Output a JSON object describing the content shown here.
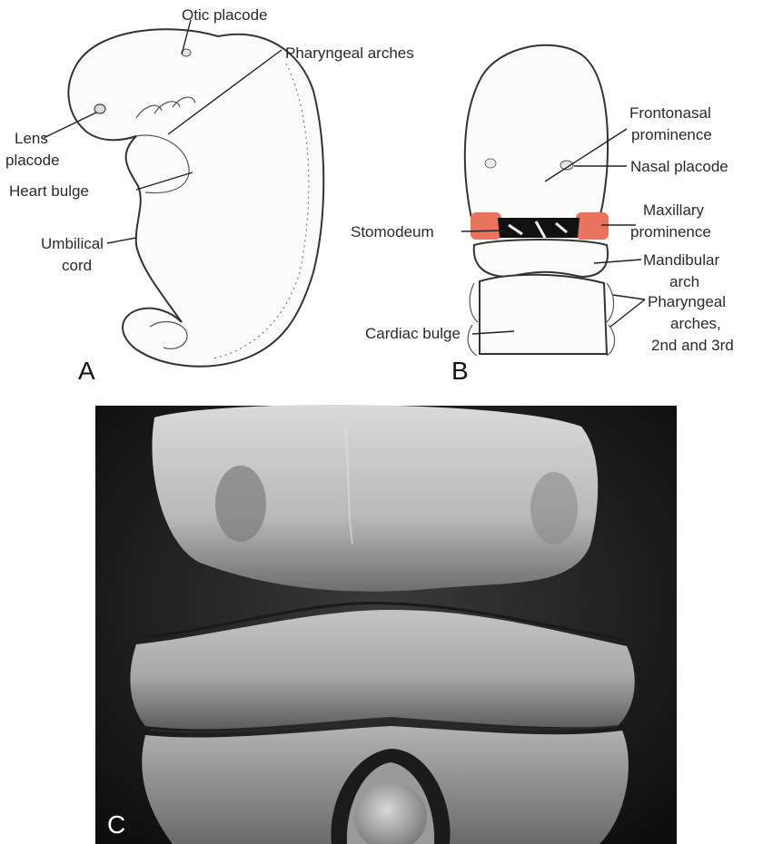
{
  "panel_a": {
    "letter": "A",
    "labels": {
      "otic_placode": "Otic placode",
      "pharyngeal_arches": "Pharyngeal arches",
      "lens_line1": "Lens",
      "lens_line2": "placode",
      "heart_bulge": "Heart bulge",
      "umbilical_line1": "Umbilical",
      "umbilical_line2": "cord"
    }
  },
  "panel_b": {
    "letter": "B",
    "labels": {
      "frontonasal_line1": "Frontonasal",
      "frontonasal_line2": "prominence",
      "nasal_placode": "Nasal placode",
      "maxillary_line1": "Maxillary",
      "maxillary_line2": "prominence",
      "stomodeum": "Stomodeum",
      "mandibular_line1": "Mandibular",
      "mandibular_line2": "arch",
      "pharyngeal_line1": "Pharyngeal",
      "pharyngeal_line2": "arches,",
      "pharyngeal_line3": "2nd and 3rd",
      "cardiac_bulge": "Cardiac bulge"
    },
    "highlight_color": "#e8735f"
  },
  "panel_c": {
    "letter": "C"
  }
}
